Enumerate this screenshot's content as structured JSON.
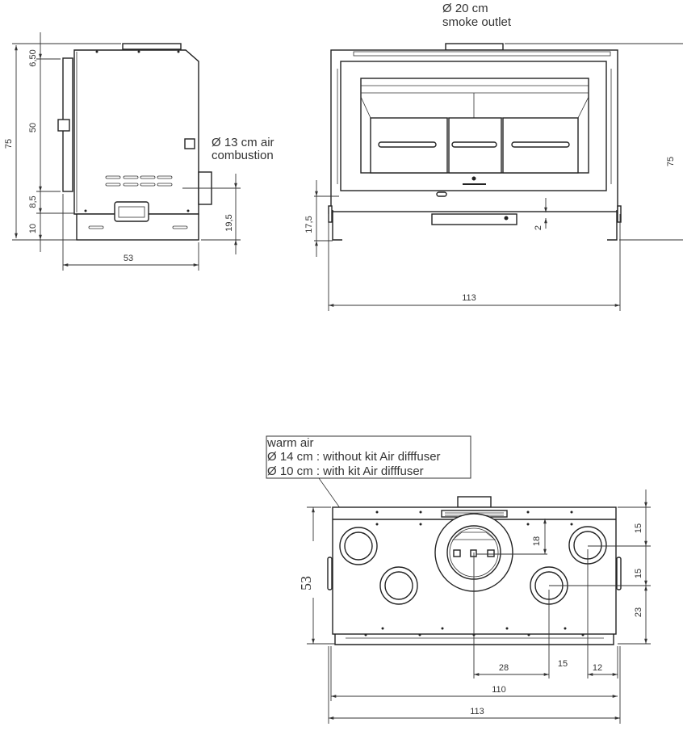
{
  "side_view": {
    "air_label_line1": "Ø 13 cm air",
    "air_label_line2": "combustion",
    "dims": {
      "total_height": "75",
      "top": "6,50",
      "door": "50",
      "lower": "8,5",
      "base": "10",
      "depth": "53",
      "air_inlet_height": "19,5"
    }
  },
  "front_view": {
    "smoke_label_line1": "Ø 20 cm",
    "smoke_label_line2": "smoke outlet",
    "dims": {
      "height": "75",
      "leg_height": "17,5",
      "gap": "2",
      "width": "113"
    }
  },
  "top_view": {
    "legend": {
      "line1": "warm air",
      "line2": "Ø 14 cm : without kit Air difffuser",
      "line3": "Ø 10 cm : with kit Air difffuser"
    },
    "dims": {
      "depth": "53",
      "right_top": "15",
      "right_mid": "15",
      "right_bottom": "23",
      "smoke_offset": "18",
      "smoke_to_outlet": "28",
      "outlet_spacing": "15",
      "outlet_to_edge": "12",
      "inner_width": "110",
      "outer_width": "113"
    }
  }
}
